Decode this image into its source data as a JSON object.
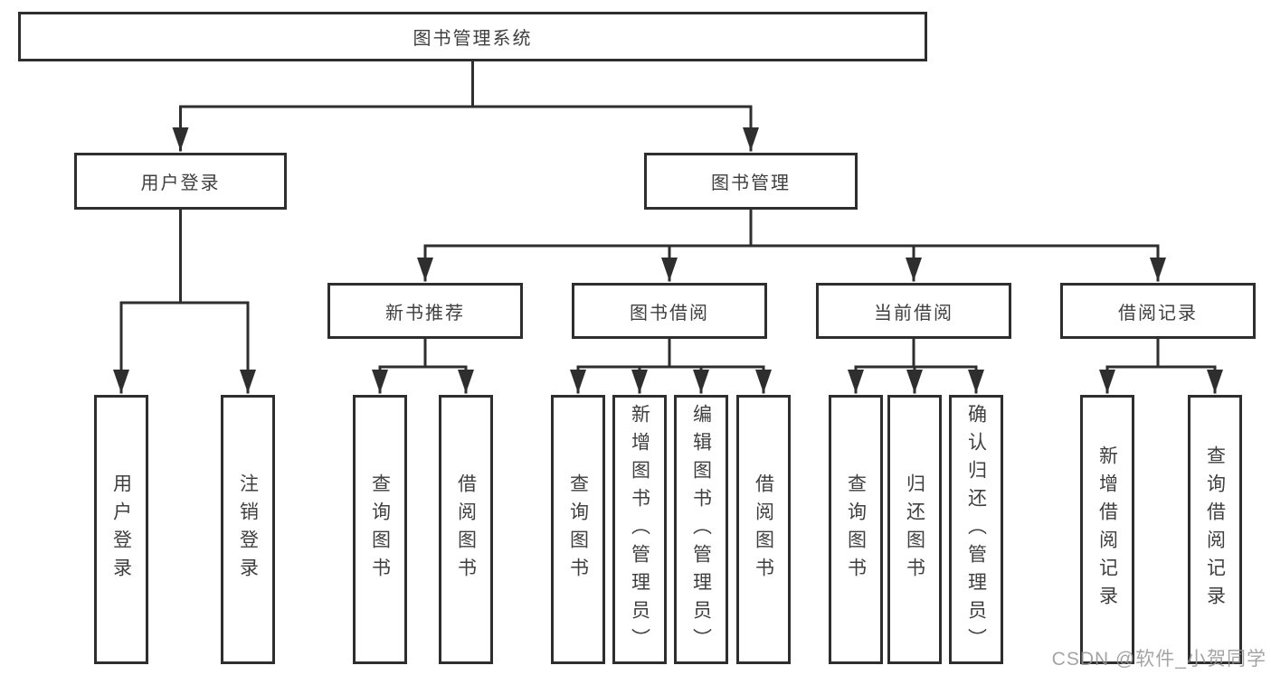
{
  "diagram": {
    "title": "图书管理系统",
    "branches": [
      {
        "label": "用户登录",
        "children": [
          {
            "label": "用户登录"
          },
          {
            "label": "注销登录"
          }
        ]
      },
      {
        "label": "图书管理",
        "children": [
          {
            "label": "新书推荐",
            "children": [
              {
                "label": "查询图书"
              },
              {
                "label": "借阅图书"
              }
            ]
          },
          {
            "label": "图书借阅",
            "children": [
              {
                "label": "查询图书"
              },
              {
                "label": "新增图书（管理员）"
              },
              {
                "label": "编辑图书（管理员）"
              },
              {
                "label": "借阅图书"
              }
            ]
          },
          {
            "label": "当前借阅",
            "children": [
              {
                "label": "查询图书"
              },
              {
                "label": "归还图书"
              },
              {
                "label": "确认归还（管理员）"
              }
            ]
          },
          {
            "label": "借阅记录",
            "children": [
              {
                "label": "新增借阅记录"
              },
              {
                "label": "查询借阅记录"
              }
            ]
          }
        ]
      }
    ]
  },
  "watermark": {
    "text": "CSDN @软件_小贺同学"
  },
  "colors": {
    "background": "#ffffff",
    "line": "#2e2e2e",
    "box_border": "#2e2e2e",
    "text": "#3f3f3f",
    "watermark": "#949494"
  }
}
